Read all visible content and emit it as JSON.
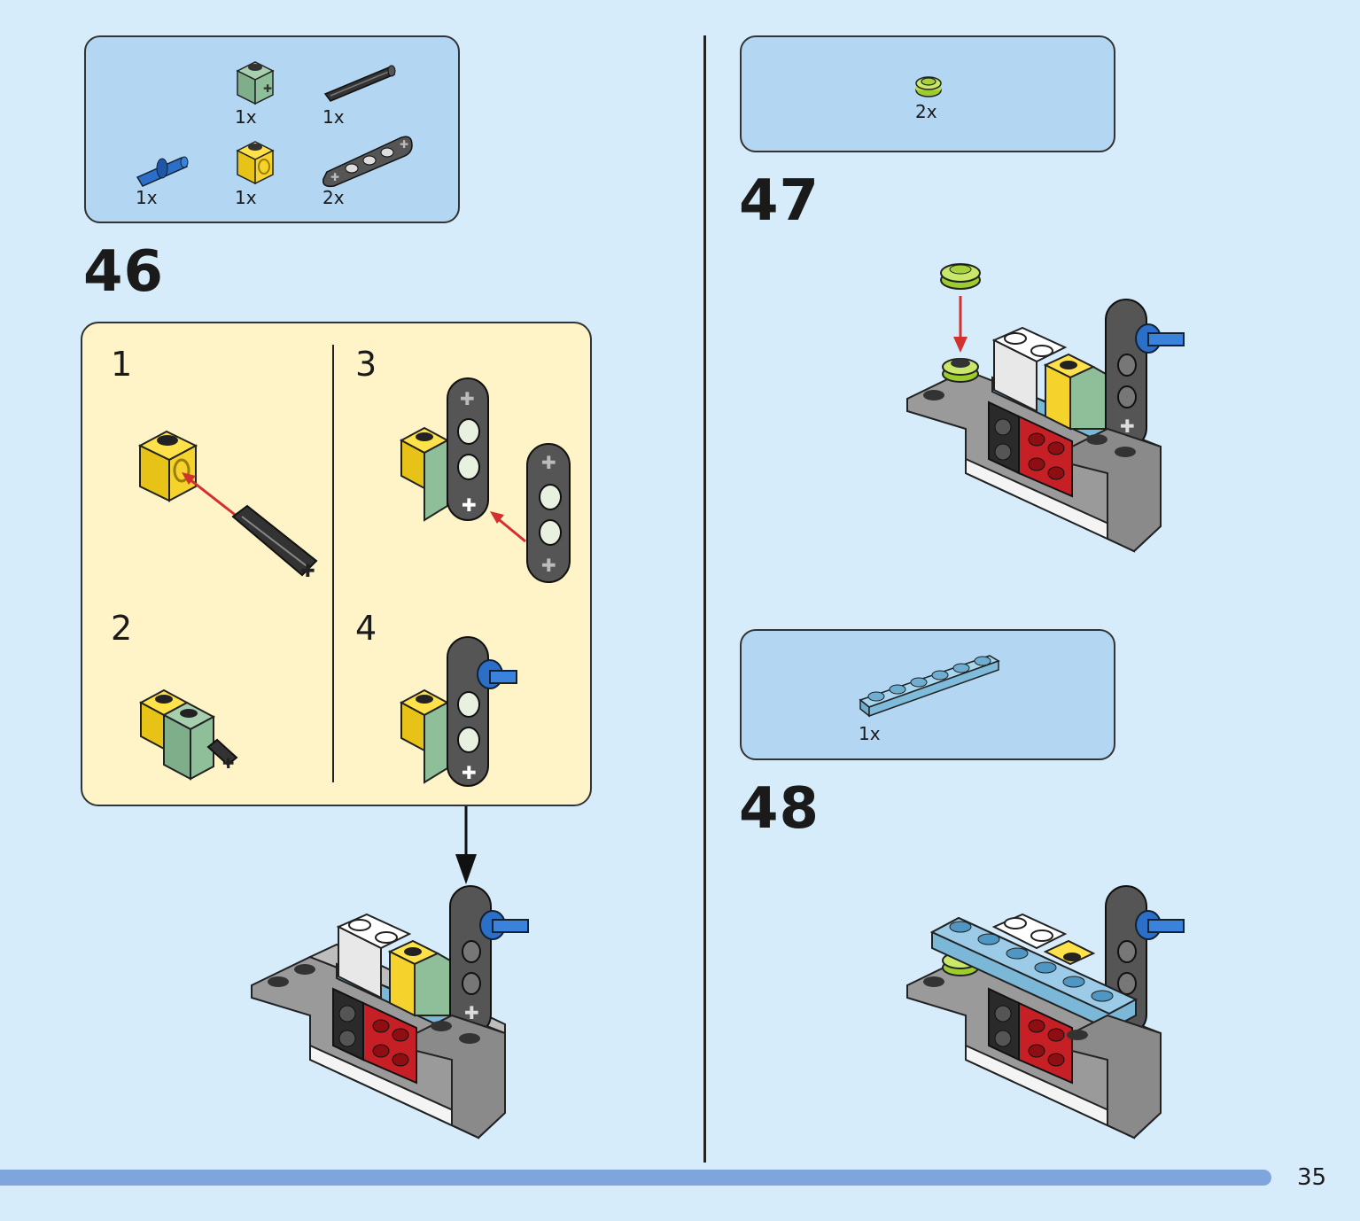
{
  "page": {
    "number": "35"
  },
  "steps": [
    {
      "number": "46",
      "parts": [
        {
          "icon": "green-technic-brick-icon",
          "qty": "1x"
        },
        {
          "icon": "black-axle-icon",
          "qty": "1x"
        },
        {
          "icon": "blue-pin-icon",
          "qty": "1x"
        },
        {
          "icon": "yellow-technic-brick-icon",
          "qty": "1x"
        },
        {
          "icon": "dark-gray-liftarm-icon",
          "qty": "2x"
        }
      ],
      "substeps": [
        "1",
        "2",
        "3",
        "4"
      ]
    },
    {
      "number": "47",
      "parts": [
        {
          "icon": "lime-round-plate-icon",
          "qty": "2x"
        }
      ]
    },
    {
      "number": "48",
      "parts": [
        {
          "icon": "medium-azure-plate-1x6-icon",
          "qty": "1x"
        }
      ]
    }
  ],
  "colors": {
    "background": "#d6ecfb",
    "parts_box": "#b3d6f3",
    "sub_panel": "#fff4c8",
    "footer_bar": "#7fa6dc",
    "arrow": "#d33030"
  }
}
